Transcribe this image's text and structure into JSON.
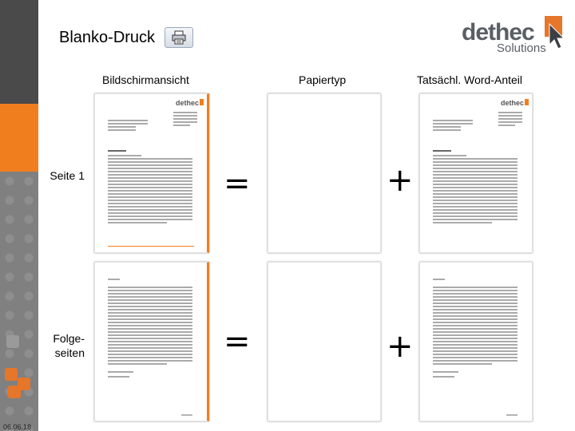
{
  "header": {
    "title": "Blanko-Druck",
    "logo_main": "dethec",
    "logo_sub": "Solutions"
  },
  "columns": [
    "Bildschirmansicht",
    "Papiertyp",
    "Tatsächl. Word-Anteil"
  ],
  "rows": {
    "first": "Seite 1",
    "follow_1": "Folge-",
    "follow_2": "seiten"
  },
  "operators": {
    "equals": "=",
    "plus": "+"
  },
  "footer": {
    "date": "06.06.18"
  },
  "icons": {
    "print": "printer-icon"
  },
  "colors": {
    "accent": "#f07e1e",
    "dark": "#4a4a4a",
    "strip": "#7e7e7e"
  }
}
